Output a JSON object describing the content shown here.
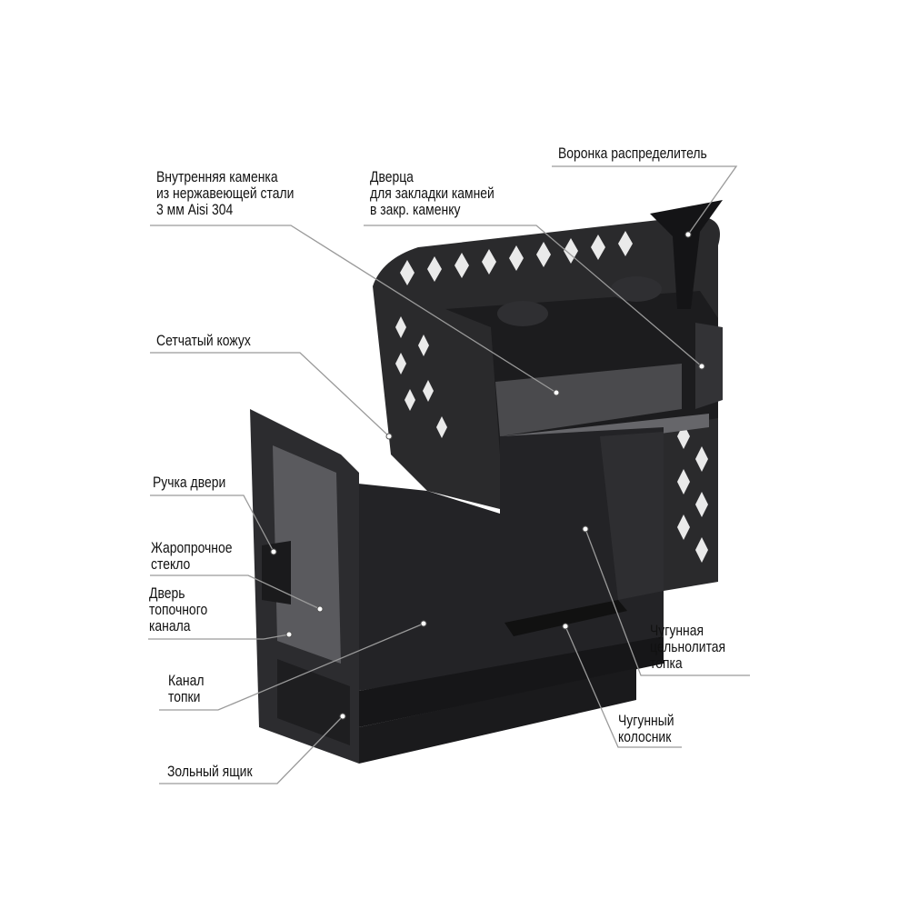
{
  "labels": {
    "inner_heater": [
      "Внутренняя каменка",
      "из нержавеющей стали",
      "3 мм Aisi 304"
    ],
    "stone_door": [
      "Дверца",
      "для закладки камней",
      "в закр. каменку"
    ],
    "funnel": [
      "Воронка распределитель"
    ],
    "mesh_casing": [
      "Сетчатый кожух"
    ],
    "door_handle": [
      "Ручка двери"
    ],
    "glass": [
      "Жаропрочное",
      "стекло"
    ],
    "firebox_door": [
      "Дверь",
      "топочного",
      "канала"
    ],
    "fire_channel": [
      "Канал",
      "топки"
    ],
    "ash_box": [
      "Зольный ящик"
    ],
    "cast_firebox": [
      "Чугунная",
      "цельнолитая",
      "топка"
    ],
    "grate": [
      "Чугунный",
      "колосник"
    ]
  },
  "colors": {
    "stove": "#1c1c1e",
    "stove_light": "#3a3a3d",
    "leader": "#9a9a9a"
  }
}
